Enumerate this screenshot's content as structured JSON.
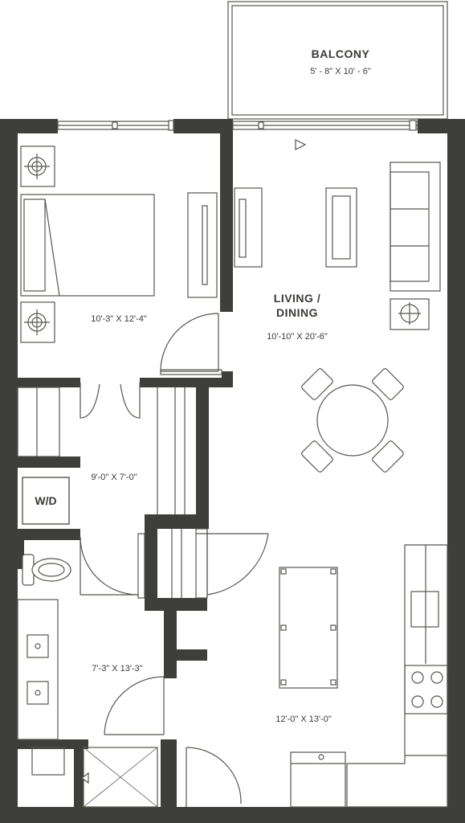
{
  "colors": {
    "wall": "#3e3f3a",
    "line": "#55564f",
    "background": "#ffffff"
  },
  "rooms": {
    "balcony": {
      "name": "BALCONY",
      "dimensions": "5' - 8\" X 10' - 6\""
    },
    "living": {
      "name_line1": "LIVING /",
      "name_line2": "DINING",
      "dimensions": "10'-10\" X 20'-6\""
    },
    "bedroom": {
      "dimensions": "10'-3\" X 12'-4\""
    },
    "closet": {
      "dimensions": "9'-0\" X 7'-0\""
    },
    "laundry": {
      "label": "W/D"
    },
    "bathroom": {
      "dimensions": "7'-3\" X 13'-3\""
    },
    "kitchen": {
      "dimensions": "12'-0\" X 13'-0\""
    }
  }
}
